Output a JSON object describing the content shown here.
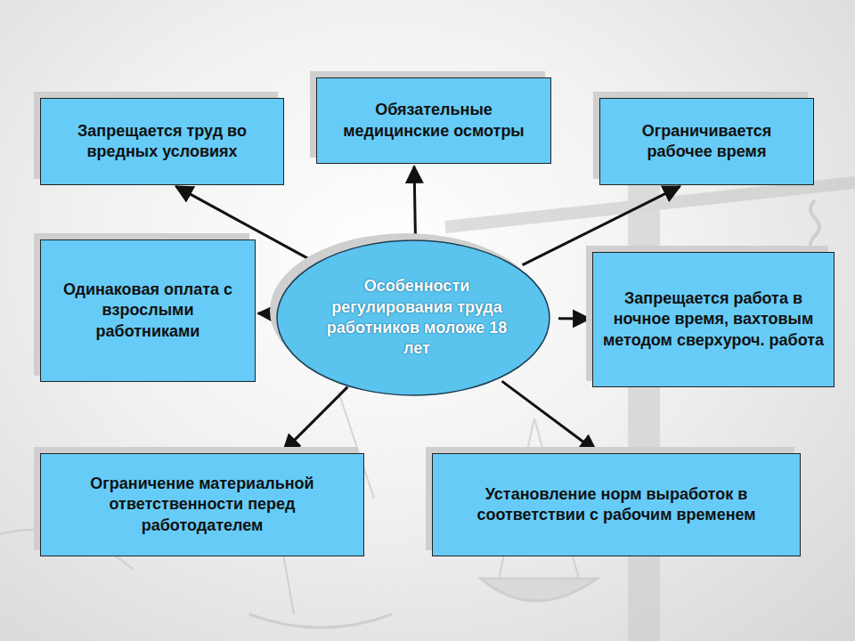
{
  "diagram": {
    "nodes": [
      {
        "text": [
          "Запрещается труд во вредных условиях"
        ]
      },
      {
        "text": [
          "Обязательные медицинские осмотры"
        ]
      },
      {
        "text": [
          "Ограничивается рабочее время"
        ]
      },
      {
        "text": [
          "Одинаковая оплата с взрослыми работниками"
        ]
      },
      {
        "text": [
          "Особенности регулирования труда работников моложе 18 лет"
        ]
      },
      {
        "text": [
          "Запрещается работа в ночное время, вахтовым методом сверхуроч. работа"
        ]
      },
      {
        "text": [
          "Ограничение материальной ответственности перед работодателем"
        ]
      },
      {
        "text": [
          "Установление норм выработок в соответствии с рабочим временем"
        ]
      }
    ],
    "edges": [
      {
        "from": 4,
        "to": 0,
        "arrow": "to"
      },
      {
        "from": 4,
        "to": 1,
        "arrow": "to"
      },
      {
        "from": 4,
        "to": 2,
        "arrow": "to"
      },
      {
        "from": 4,
        "to": 3,
        "arrow": "to"
      },
      {
        "from": 4,
        "to": 5,
        "arrow": "to"
      },
      {
        "from": 4,
        "to": 6,
        "arrow": "to"
      },
      {
        "from": 4,
        "to": 7,
        "arrow": "to"
      }
    ]
  }
}
